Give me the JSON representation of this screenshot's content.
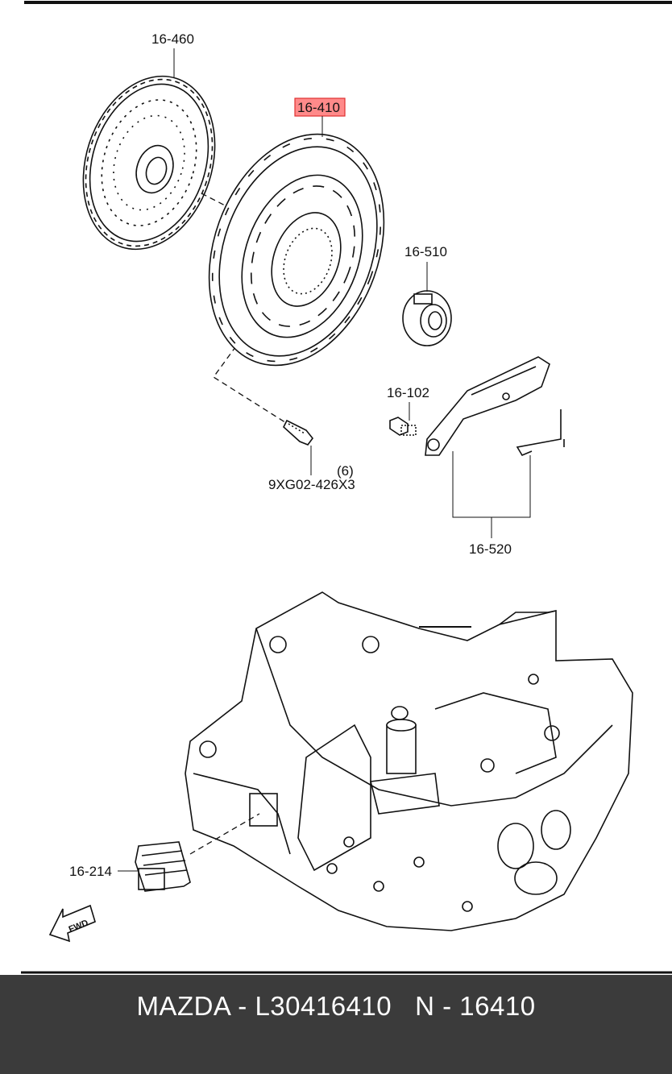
{
  "parts": {
    "clutch_disc": "16-460",
    "clutch_cover": "16-410",
    "release_bearing": "16-510",
    "bolt_lock": "16-102",
    "release_fork": "16-520",
    "bolt_qty": "(6)",
    "bolt_part": "9XG02-426X3",
    "boot": "16-214"
  },
  "highlight": {
    "part": "16-410",
    "color": "#ff8a8a",
    "border": "#e03030"
  },
  "fwd_label": "FWD",
  "footer": {
    "text": "MAZDA - L30416410   N - 16410"
  }
}
